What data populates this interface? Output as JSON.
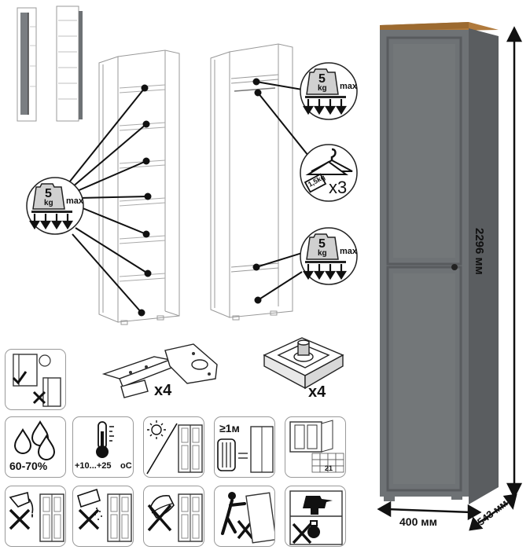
{
  "dimensions": {
    "height": "2296 мм",
    "width": "400 мм",
    "depth": "543 мм"
  },
  "load_badges": {
    "weight": "5",
    "unit": "kg",
    "max": "max"
  },
  "hanger": {
    "weight": "1,5kg",
    "count": "x3"
  },
  "hardware": {
    "hinge_count": "x4",
    "foot_count": "x4"
  },
  "care": {
    "humidity": "60-70%",
    "temperature": "+10...+25",
    "temperature_unit": "oC",
    "distance": "≥1м",
    "grid_number": "21"
  },
  "colors": {
    "body": "#6e7275",
    "top": "#b07a3c",
    "line": "#111111"
  }
}
